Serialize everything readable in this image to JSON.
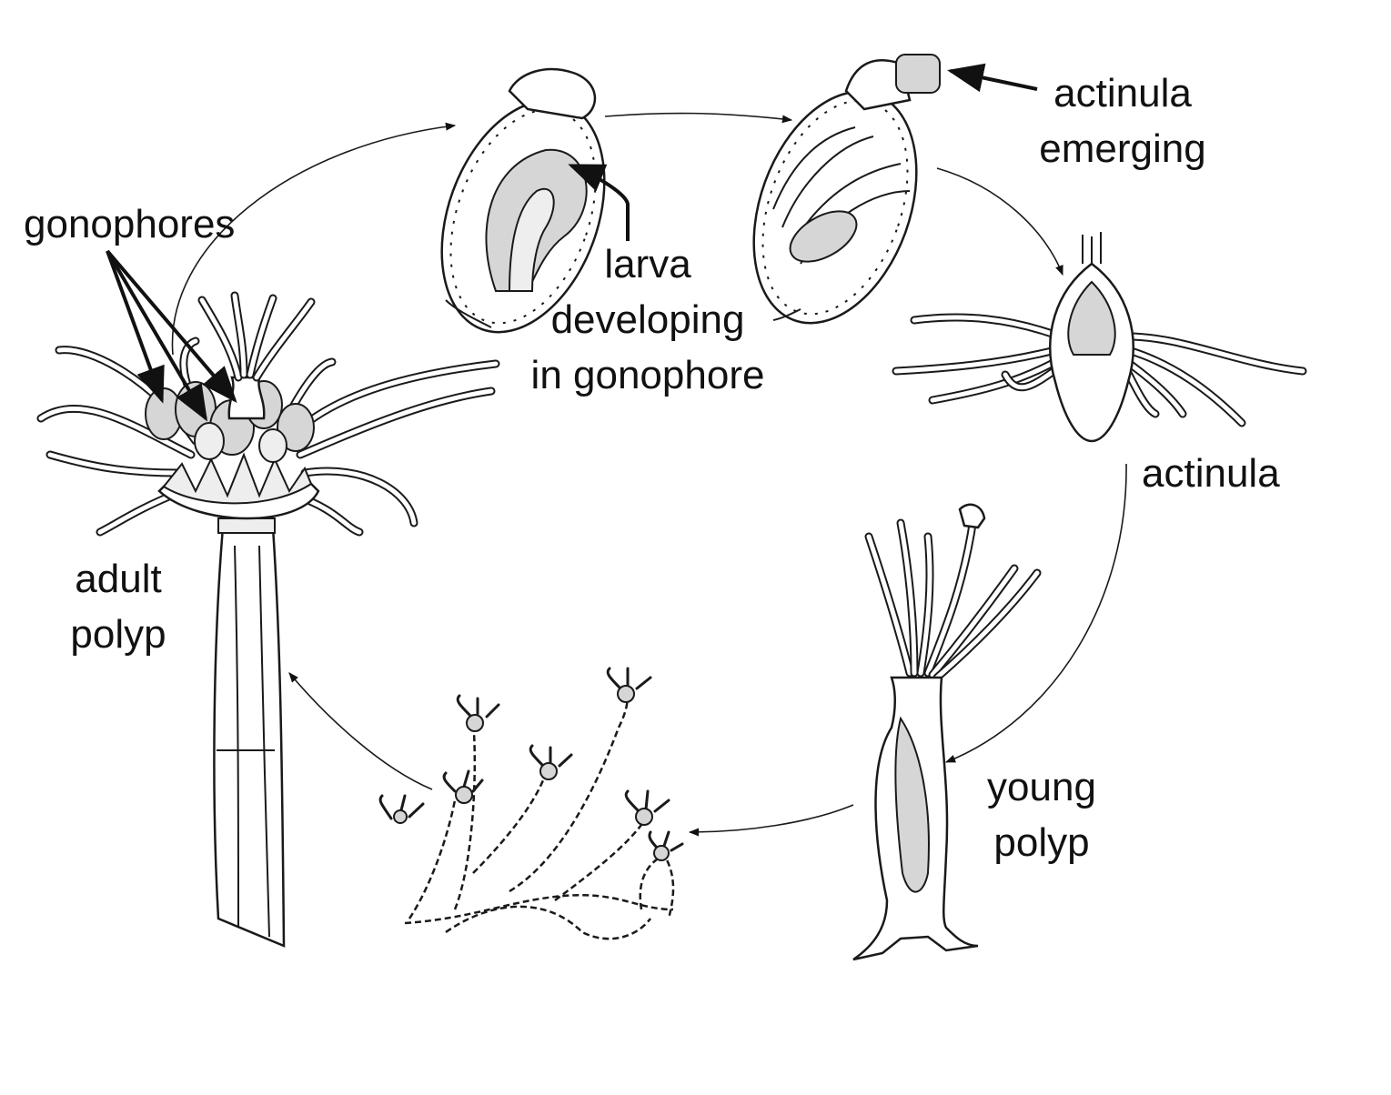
{
  "labels": {
    "gonophores": "gonophores",
    "larva_line1": "larva",
    "larva_line2": "developing",
    "larva_line3": "in gonophore",
    "actinula_emerging_line1": "actinula",
    "actinula_emerging_line2": "emerging",
    "actinula": "actinula",
    "young_polyp_line1": "young",
    "young_polyp_line2": "polyp",
    "adult_polyp_line1": "adult",
    "adult_polyp_line2": "polyp"
  },
  "colors": {
    "ink": "#1a1a1a",
    "background": "#ffffff",
    "stipple": "#d6d6d6"
  }
}
